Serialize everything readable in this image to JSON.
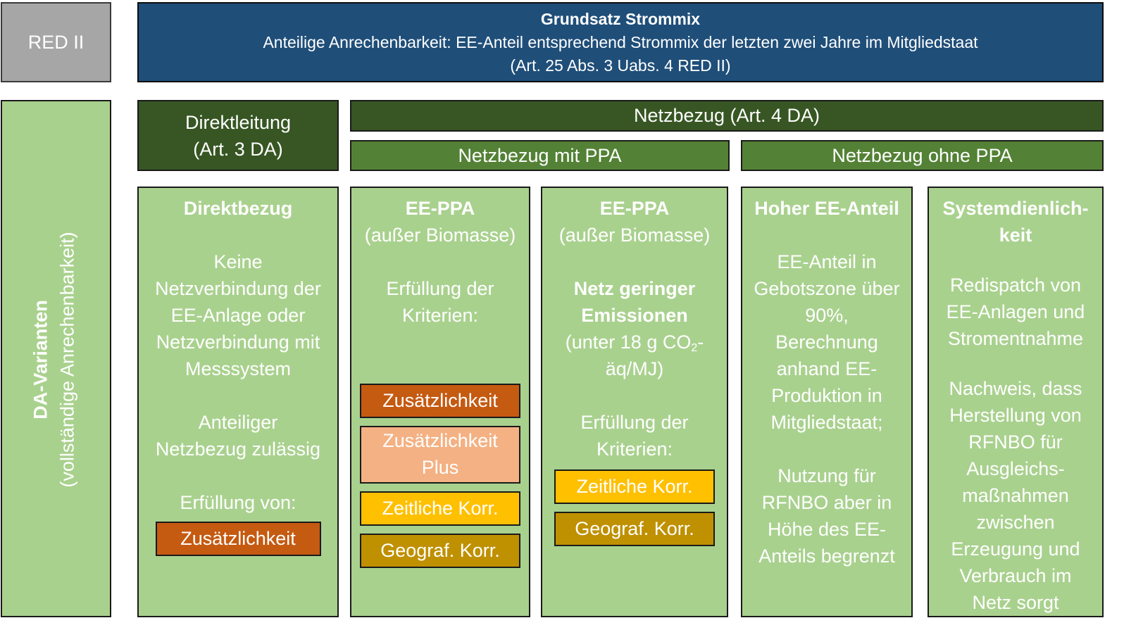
{
  "header": {
    "left_label": "RED II",
    "title": "Grundsatz Strommix",
    "line1": "Anteilige Anrechenbarkeit: EE-Anteil entsprechend Strommix der letzten zwei Jahre im Mitgliedstaat",
    "line2": "(Art. 25 Abs. 3 Uabs. 4 RED II)"
  },
  "side": {
    "title": "DA-Varianten",
    "subtitle": "(vollständige Anrechenbarkeit)"
  },
  "categories": {
    "direktleitung": "Direktleitung\n(Art. 3 DA)",
    "netzbezug": "Netzbezug (Art. 4 DA)",
    "mit_ppa": "Netzbezug mit PPA",
    "ohne_ppa": "Netzbezug ohne PPA"
  },
  "columns": {
    "direktbezug": {
      "title": "Direktbezug",
      "text1": "Keine\nNetzverbindung der\nEE-Anlage oder\nNetzverbindung mit\nMesssystem",
      "text2": "Anteiliger\nNetzbezug zulässig",
      "text3": "Erfüllung von:",
      "tags": [
        "Zusätzlichkeit"
      ]
    },
    "ee_ppa_1": {
      "title": "EE-PPA",
      "subtitle": "(außer Biomasse)",
      "text1": "Erfüllung der\nKriterien:",
      "tags": [
        "Zusätzlichkeit",
        "Zusätzlichkeit\nPlus",
        "Zeitliche Korr.",
        "Geograf. Korr."
      ]
    },
    "ee_ppa_2": {
      "title": "EE-PPA",
      "subtitle": "(außer Biomasse)",
      "bold1": "Netz geringer\nEmissionen",
      "emission_pre": "(unter 18 g CO",
      "emission_sub": "2",
      "emission_post": "-",
      "emission_line2": "äq/MJ)",
      "text1": "Erfüllung der\nKriterien:",
      "tags": [
        "Zeitliche Korr.",
        "Geograf. Korr."
      ]
    },
    "hoher_ee": {
      "title": "Hoher EE-Anteil",
      "text1": "EE-Anteil in\nGebotszone über\n90%,\nBerechnung\nanhand EE-\nProduktion in\nMitgliedstaat;",
      "text2": "Nutzung für\nRFNBO aber in\nHöhe des EE-\nAnteils begrenzt"
    },
    "systemdienlich": {
      "title": "Systemdienlich-\nkeit",
      "text1": "Redispatch von\nEE-Anlagen und\nStromentnahme",
      "text2": "Nachweis, dass\nHerstellung von\nRFNBO für\nAusgleichs-\nmaßnahmen\nzwischen\nErzeugung und\nVerbrauch im\nNetz sorgt"
    }
  },
  "colors": {
    "blue": "#1f4e79",
    "gray": "#a6a6a6",
    "dark_green": "#375623",
    "mid_green": "#538135",
    "light_green": "#a9d18e",
    "zusaetzlichkeit": "#c55a11",
    "zusaetzlichkeit_plus": "#f4b183",
    "zeitlich": "#ffc000",
    "geografisch": "#bf9000"
  }
}
